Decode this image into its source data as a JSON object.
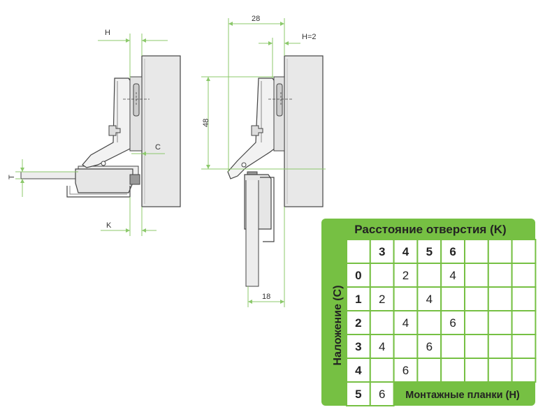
{
  "dimensions": {
    "h_left": "H",
    "c_label": "C",
    "t_label": "T",
    "k_label": "K",
    "width_28": "28",
    "h2_label": "H=2",
    "height_48": "48",
    "width_18": "18"
  },
  "table": {
    "title": "Расстояние отверстия (K)",
    "side_label": "Наложение (C)",
    "footer": "Монтажные планки (H)",
    "col_headers": [
      "3",
      "4",
      "5",
      "6",
      "",
      "",
      ""
    ],
    "row_headers": [
      "0",
      "1",
      "2",
      "3",
      "4",
      "5"
    ],
    "cells": [
      [
        "",
        "2",
        "",
        "4",
        "",
        "",
        ""
      ],
      [
        "2",
        "",
        "4",
        "",
        "",
        "",
        ""
      ],
      [
        "",
        "4",
        "",
        "6",
        "",
        "",
        ""
      ],
      [
        "4",
        "",
        "6",
        "",
        "",
        "",
        ""
      ],
      [
        "",
        "6",
        "",
        "",
        "",
        "",
        ""
      ],
      [
        "6",
        "",
        "",
        "",
        "",
        "",
        ""
      ]
    ]
  },
  "colors": {
    "green": "#76c043",
    "dim_line": "#8cc96b",
    "panel": "#e6e6e6"
  }
}
